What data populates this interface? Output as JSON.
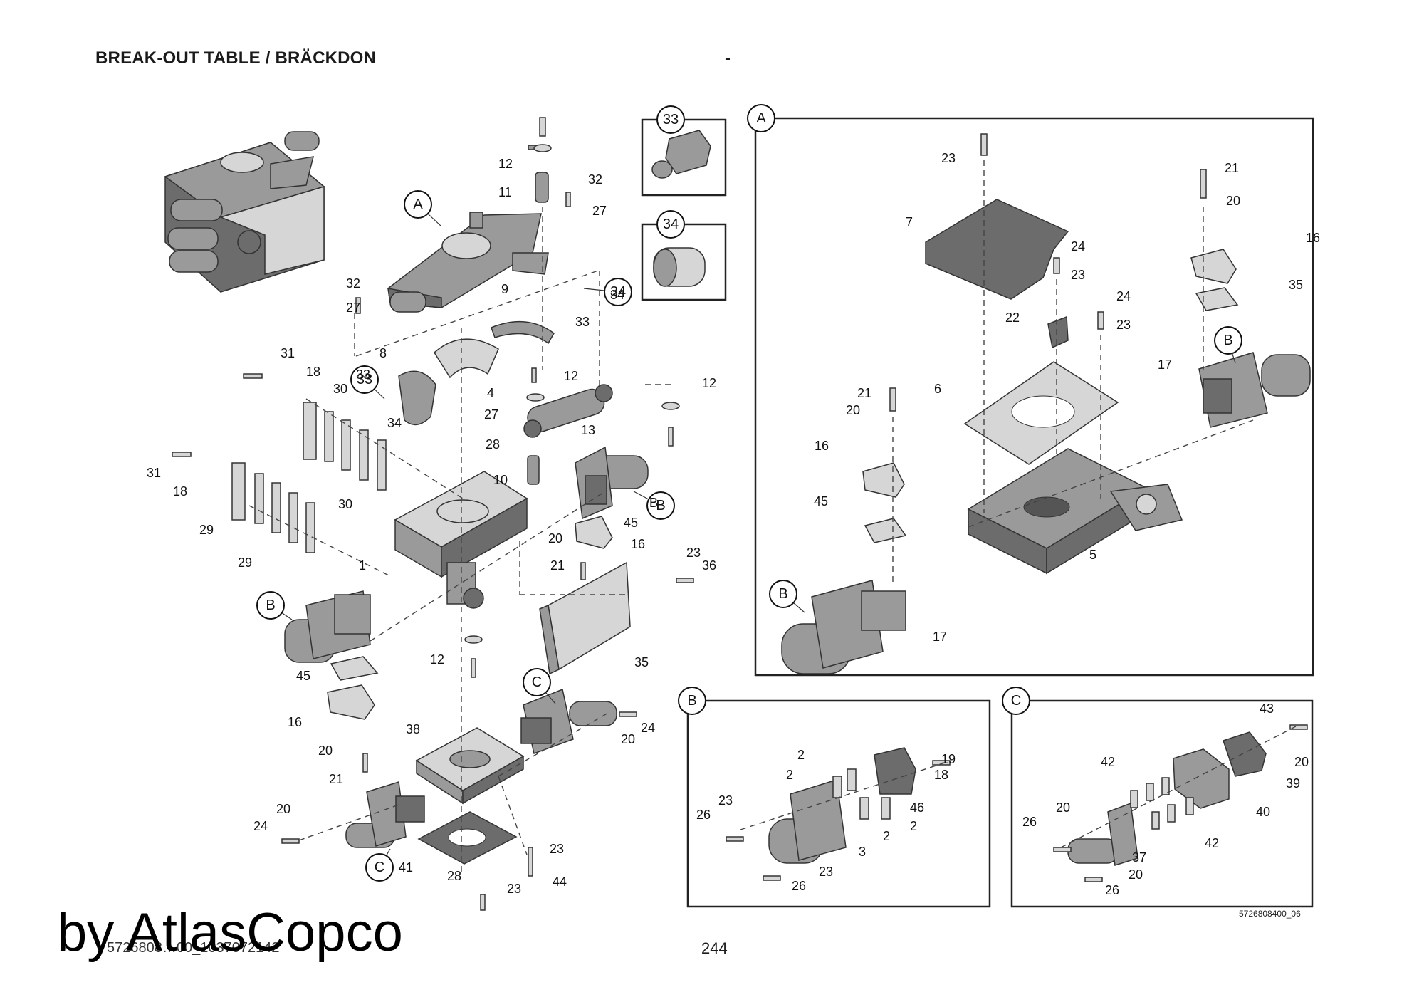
{
  "page": {
    "title": "BREAK-OUT TABLE / BRÄCKDON",
    "header_dash": "-",
    "page_number": "244",
    "document_ref": "5726808400_06",
    "footer_id": "5726808…00_1037072142",
    "watermark": "by AtlasCopco"
  },
  "colors": {
    "part_fill": "#9a9a9a",
    "part_dark": "#555555",
    "part_light": "#d4d4d4",
    "frame": "#222222"
  },
  "callouts": {
    "main": [
      "A",
      "33",
      "34",
      "B",
      "C"
    ],
    "panels": [
      "A",
      "B",
      "C"
    ]
  },
  "part_labels": {
    "main": [
      "12",
      "11",
      "32",
      "27",
      "32",
      "27",
      "9",
      "34",
      "33",
      "8",
      "31",
      "18",
      "30",
      "33",
      "4",
      "34",
      "27",
      "28",
      "12",
      "13",
      "12",
      "31",
      "18",
      "30",
      "29",
      "29",
      "10",
      "1",
      "B",
      "45",
      "16",
      "20",
      "21",
      "23",
      "36",
      "35",
      "12",
      "45",
      "16",
      "20",
      "21",
      "38",
      "24",
      "20",
      "24",
      "20",
      "41",
      "28",
      "23",
      "23",
      "44"
    ],
    "panel_a": [
      "23",
      "7",
      "21",
      "20",
      "16",
      "24",
      "23",
      "35",
      "22",
      "24",
      "23",
      "17",
      "21",
      "20",
      "6",
      "16",
      "45",
      "5",
      "17"
    ],
    "panel_b": [
      "2",
      "2",
      "19",
      "18",
      "46",
      "23",
      "26",
      "2",
      "2",
      "3",
      "23",
      "26"
    ],
    "panel_c": [
      "43",
      "20",
      "39",
      "42",
      "40",
      "42",
      "20",
      "26",
      "37",
      "20",
      "26"
    ]
  }
}
